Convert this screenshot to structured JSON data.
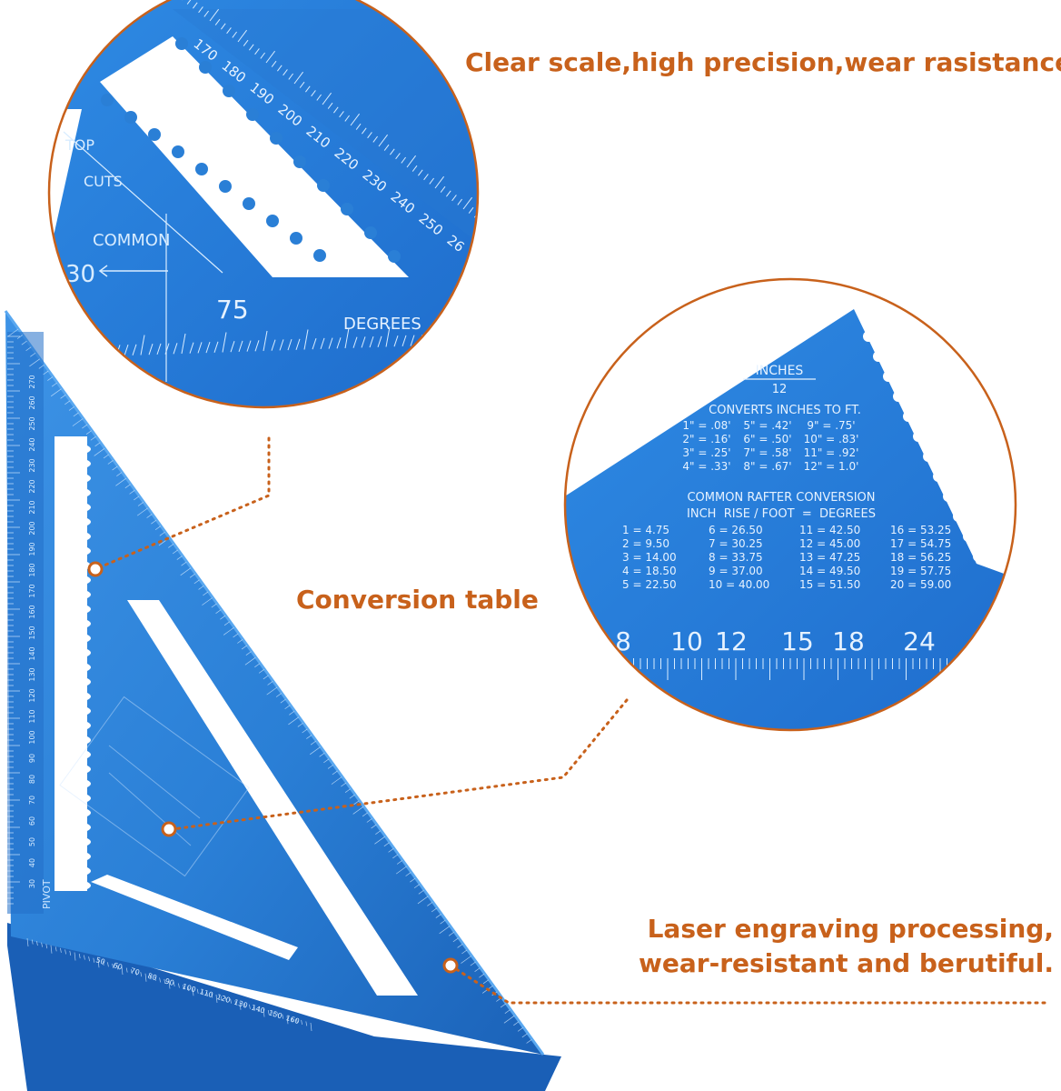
{
  "colors": {
    "accent": "#c8611b",
    "tool_blue": "#2a7fd6",
    "tool_blue_dark": "#1654a8",
    "engraving": "#cfe6ff"
  },
  "captions": {
    "scale": "Clear scale,high precision,wear rasistance",
    "conversion": "Conversion table",
    "laser_line1": "Laser engraving processing,",
    "laser_line2": "wear-resistant and berutiful."
  },
  "zoom_scale": {
    "degree_ticks": [
      "170",
      "180",
      "190",
      "200",
      "210",
      "220",
      "230",
      "240",
      "250",
      "26"
    ],
    "top": "TOP",
    "cuts": "CUTS",
    "common": "COMMON",
    "thirty": "30",
    "seventy_five": "75",
    "degrees": "DEGREES"
  },
  "zoom_table": {
    "inches": "INCHES",
    "twelve": "12",
    "converts_heading": "CONVERTS INCHES TO FT.",
    "converts_rows": [
      [
        "1\" = .08'",
        "5\" = .42'",
        "9\" = .75'"
      ],
      [
        "2\" = .16'",
        "6\" = .50'",
        "10\" = .83'"
      ],
      [
        "3\" = .25'",
        "7\" = .58'",
        "11\" = .92'"
      ],
      [
        "4\" = .33'",
        "8\" = .67'",
        "12\" = 1.0'"
      ]
    ],
    "rafter_heading": "COMMON RAFTER CONVERSION",
    "rafter_subheading": "INCH  RISE / FOOT  =  DEGREES",
    "rafter_rows": [
      [
        "1 =  4.75",
        "6 = 26.50",
        "11 = 42.50",
        "16 = 53.25"
      ],
      [
        "2 =  9.50",
        "7 = 30.25",
        "12 = 45.00",
        "17 = 54.75"
      ],
      [
        "3 = 14.00",
        "8 = 33.75",
        "13 = 47.25",
        "18 = 56.25"
      ],
      [
        "4 = 18.50",
        "9 = 37.00",
        "14 = 49.50",
        "19 = 57.75"
      ],
      [
        "5 = 22.50",
        "10 = 40.00",
        "15 = 51.50",
        "20 = 59.00"
      ]
    ],
    "scale_numbers": [
      "8",
      "10",
      "12",
      "15",
      "18",
      "24"
    ]
  },
  "square": {
    "pivot": "PIVOT",
    "left_ruler_numbers": [
      "270",
      "260",
      "250",
      "240",
      "230",
      "220",
      "210",
      "200",
      "190",
      "180",
      "170",
      "160",
      "150",
      "140",
      "130",
      "120",
      "110",
      "100",
      "90",
      "80",
      "70",
      "60",
      "50",
      "40",
      "30"
    ],
    "bottom_ruler_numbers": [
      "50",
      "60",
      "70",
      "80",
      "90",
      "100",
      "110",
      "120",
      "130",
      "140",
      "150",
      "160"
    ]
  }
}
